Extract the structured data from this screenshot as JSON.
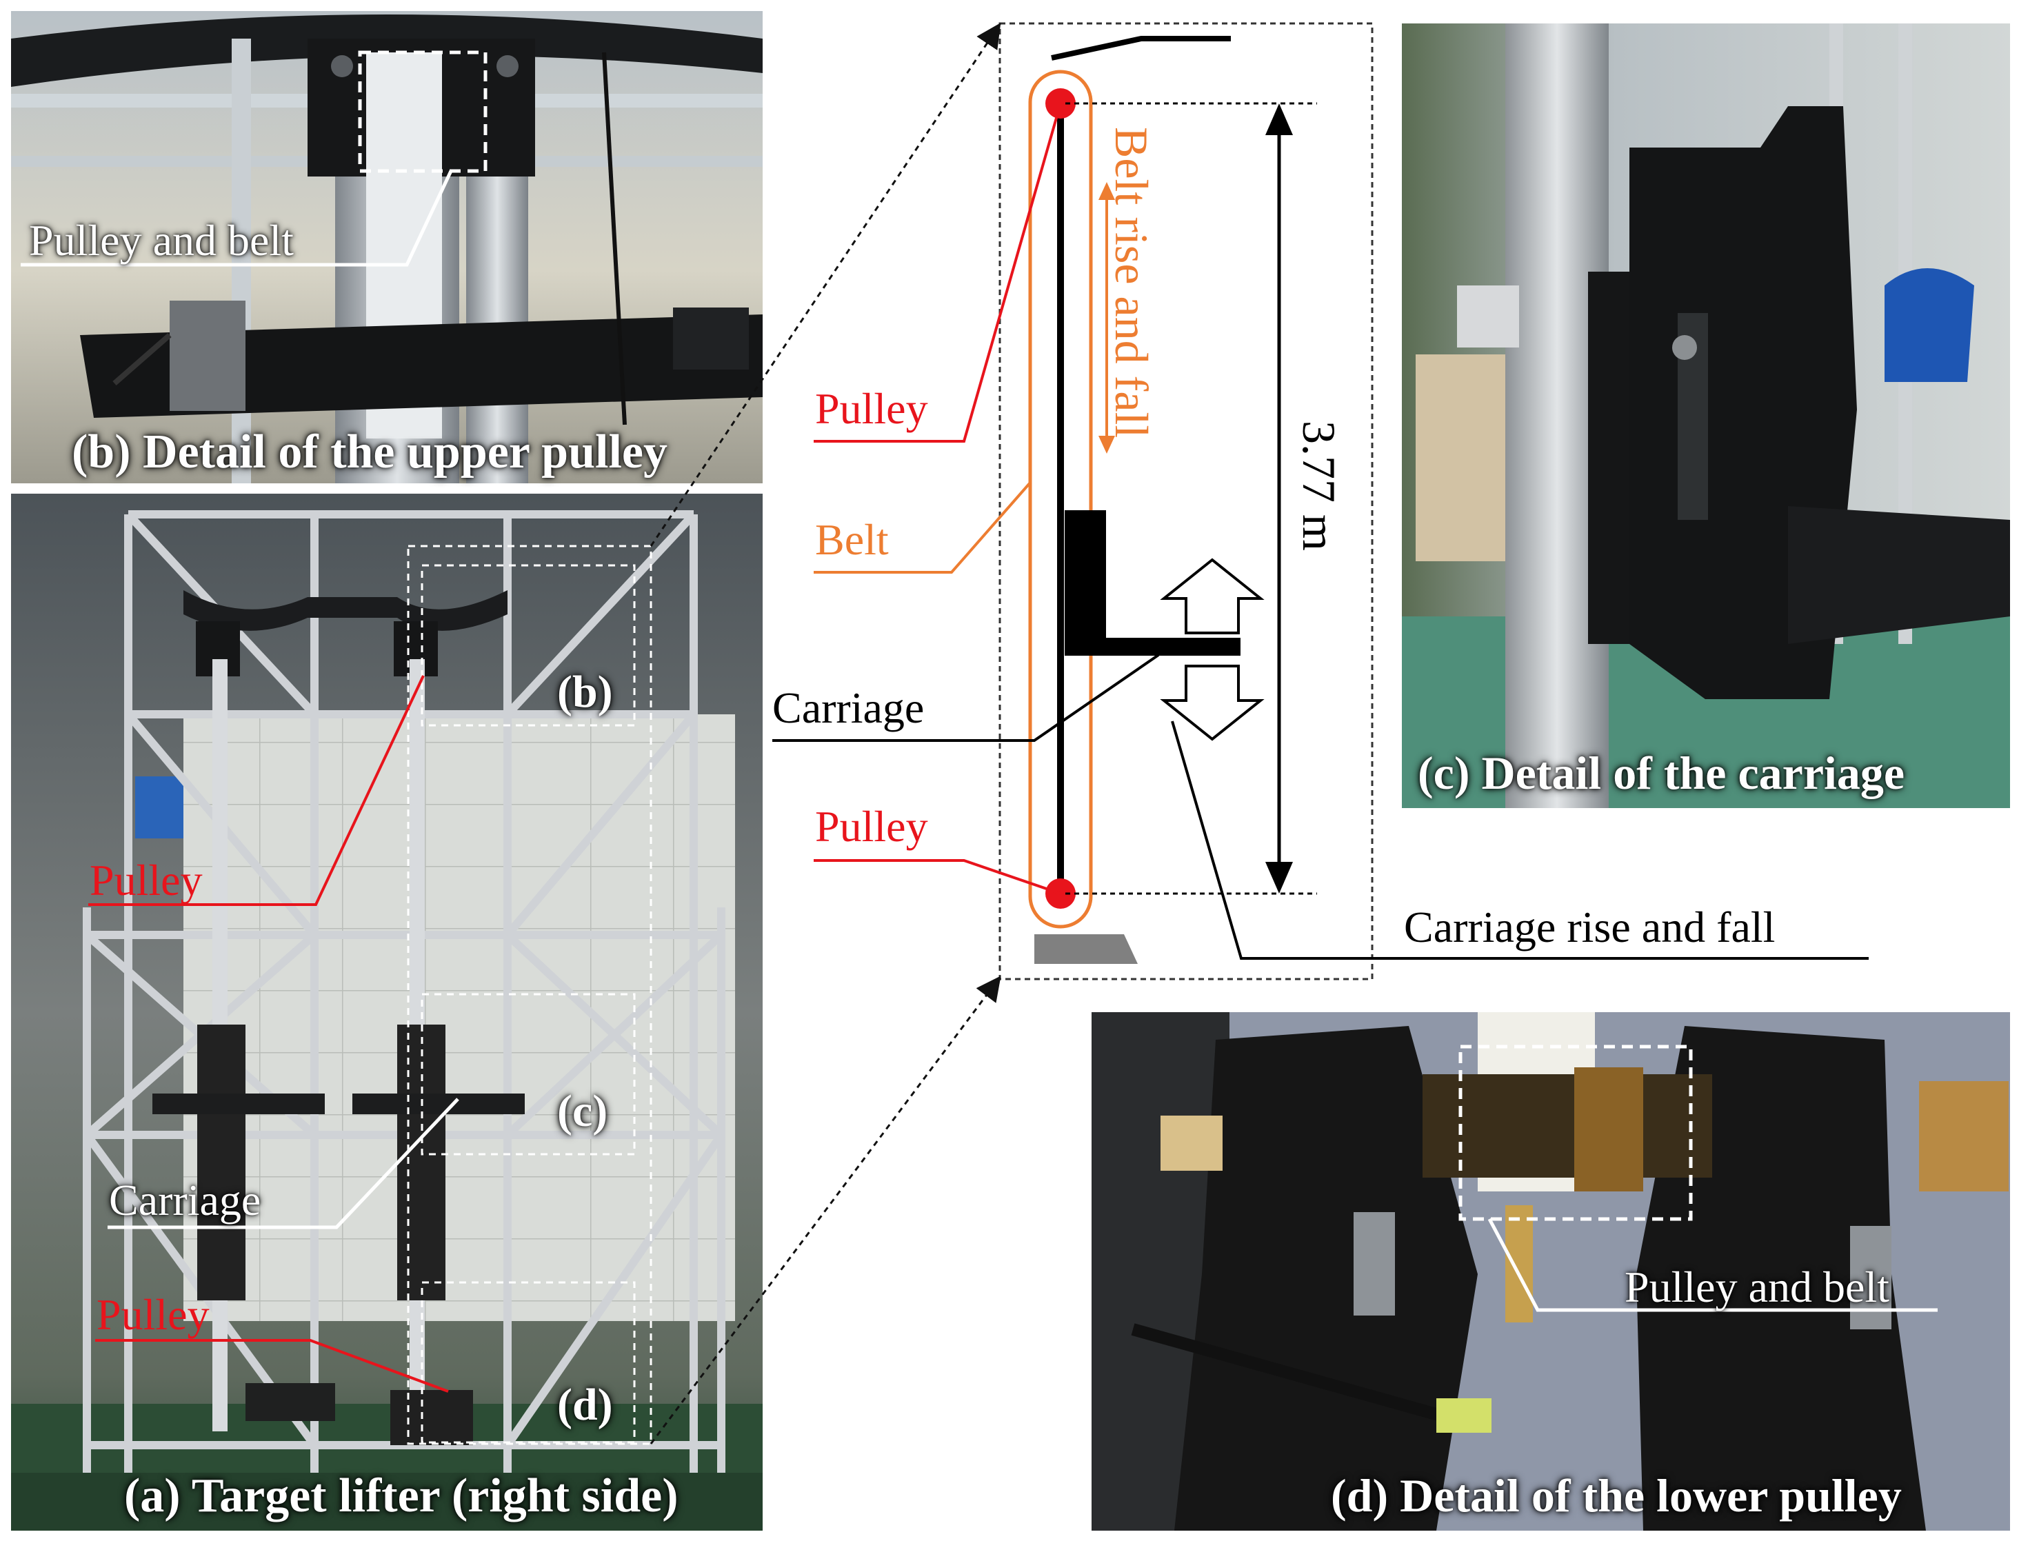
{
  "colors": {
    "pulley": "#e8141c",
    "belt": "#ed7d31",
    "line": "#000000",
    "frame": "#cfd2d6"
  },
  "panels": {
    "upper_pulley": {
      "caption": "(b) Detail of the upper pulley",
      "label": "Pulley  and  belt"
    },
    "lifter": {
      "caption": "(a) Target lifter (right side)",
      "labels": {
        "pulley_top": "Pulley",
        "carriage": "Carriage",
        "pulley_bottom": "Pulley"
      },
      "regions": {
        "b": "(b)",
        "c": "(c)",
        "d": "(d)"
      }
    },
    "diagram": {
      "labels": {
        "pulley_top": "Pulley",
        "belt": "Belt",
        "carriage": "Carriage",
        "pulley_bottom": "Pulley",
        "belt_motion": "Belt rise and fall",
        "height": "3.77 m",
        "carriage_motion": "Carriage rise and fall"
      }
    },
    "carriage": {
      "caption": "(c) Detail of the carriage"
    },
    "lower_pulley": {
      "caption": "(d) Detail of the lower pulley",
      "label": "Pulley and  belt"
    }
  }
}
